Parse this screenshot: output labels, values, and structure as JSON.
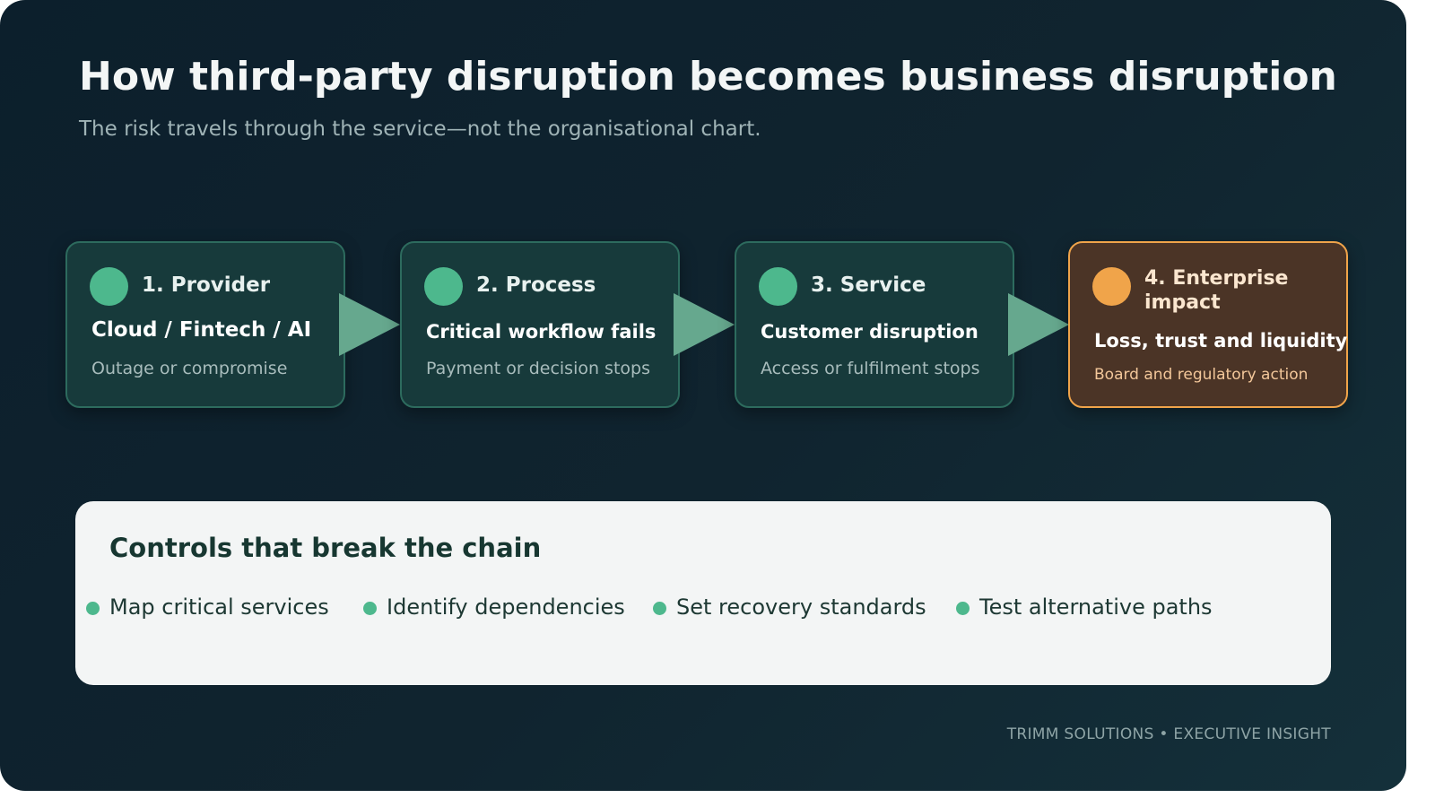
{
  "header": {
    "title": "How third-party disruption becomes business disruption",
    "subtitle": "The risk travels through the service—not the organisational chart."
  },
  "flow": {
    "steps": [
      {
        "label": "1. Provider",
        "headline": "Cloud / Fintech / AI",
        "detail": "Outage or compromise",
        "accent": "#4db88d"
      },
      {
        "label": "2. Process",
        "headline": "Critical workflow fails",
        "detail": "Payment or decision stops",
        "accent": "#4db88d"
      },
      {
        "label": "3. Service",
        "headline": "Customer disruption",
        "detail": "Access or fulfilment stops",
        "accent": "#4db88d"
      },
      {
        "label": "4. Enterprise impact",
        "headline": "Loss, trust and liquidity",
        "detail": "Board and regulatory action",
        "accent": "#f0a44a"
      }
    ],
    "connector_color": "#66a88e"
  },
  "controls": {
    "title": "Controls that break the chain",
    "items": [
      "Map critical services",
      "Identify dependencies",
      "Set recovery standards",
      "Test alternative paths"
    ],
    "bullet_color": "#4db88d"
  },
  "footer": {
    "text": "TRIMM SOLUTIONS • EXECUTIVE INSIGHT"
  }
}
